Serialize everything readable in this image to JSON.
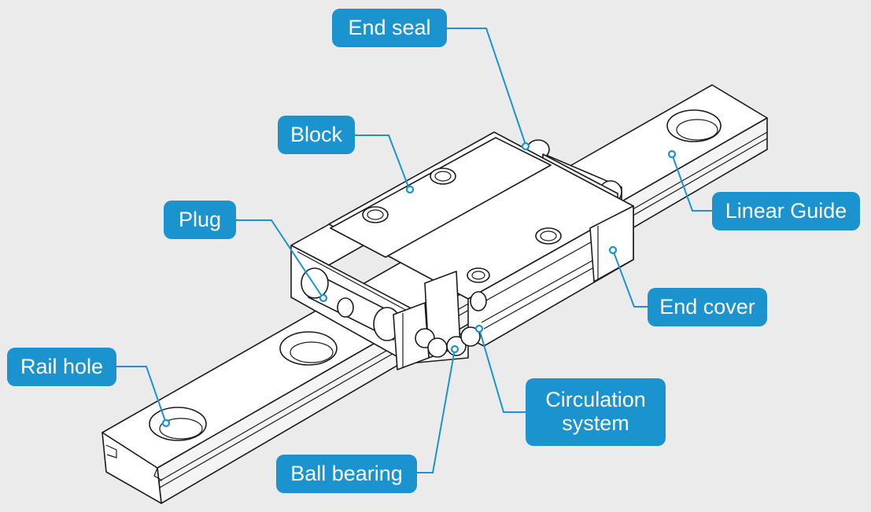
{
  "callouts": {
    "end_seal": "End seal",
    "block": "Block",
    "plug": "Plug",
    "linear_guide": "Linear Guide",
    "end_cover": "End cover",
    "rail_hole": "Rail hole",
    "circulation_line1": "Circulation",
    "circulation_line2": "system",
    "ball_bearing": "Ball bearing"
  },
  "colors": {
    "accent": "#1a93cf",
    "background": "#ebebeb",
    "part_fill": "#ffffff",
    "outline": "#1c1c1c"
  }
}
